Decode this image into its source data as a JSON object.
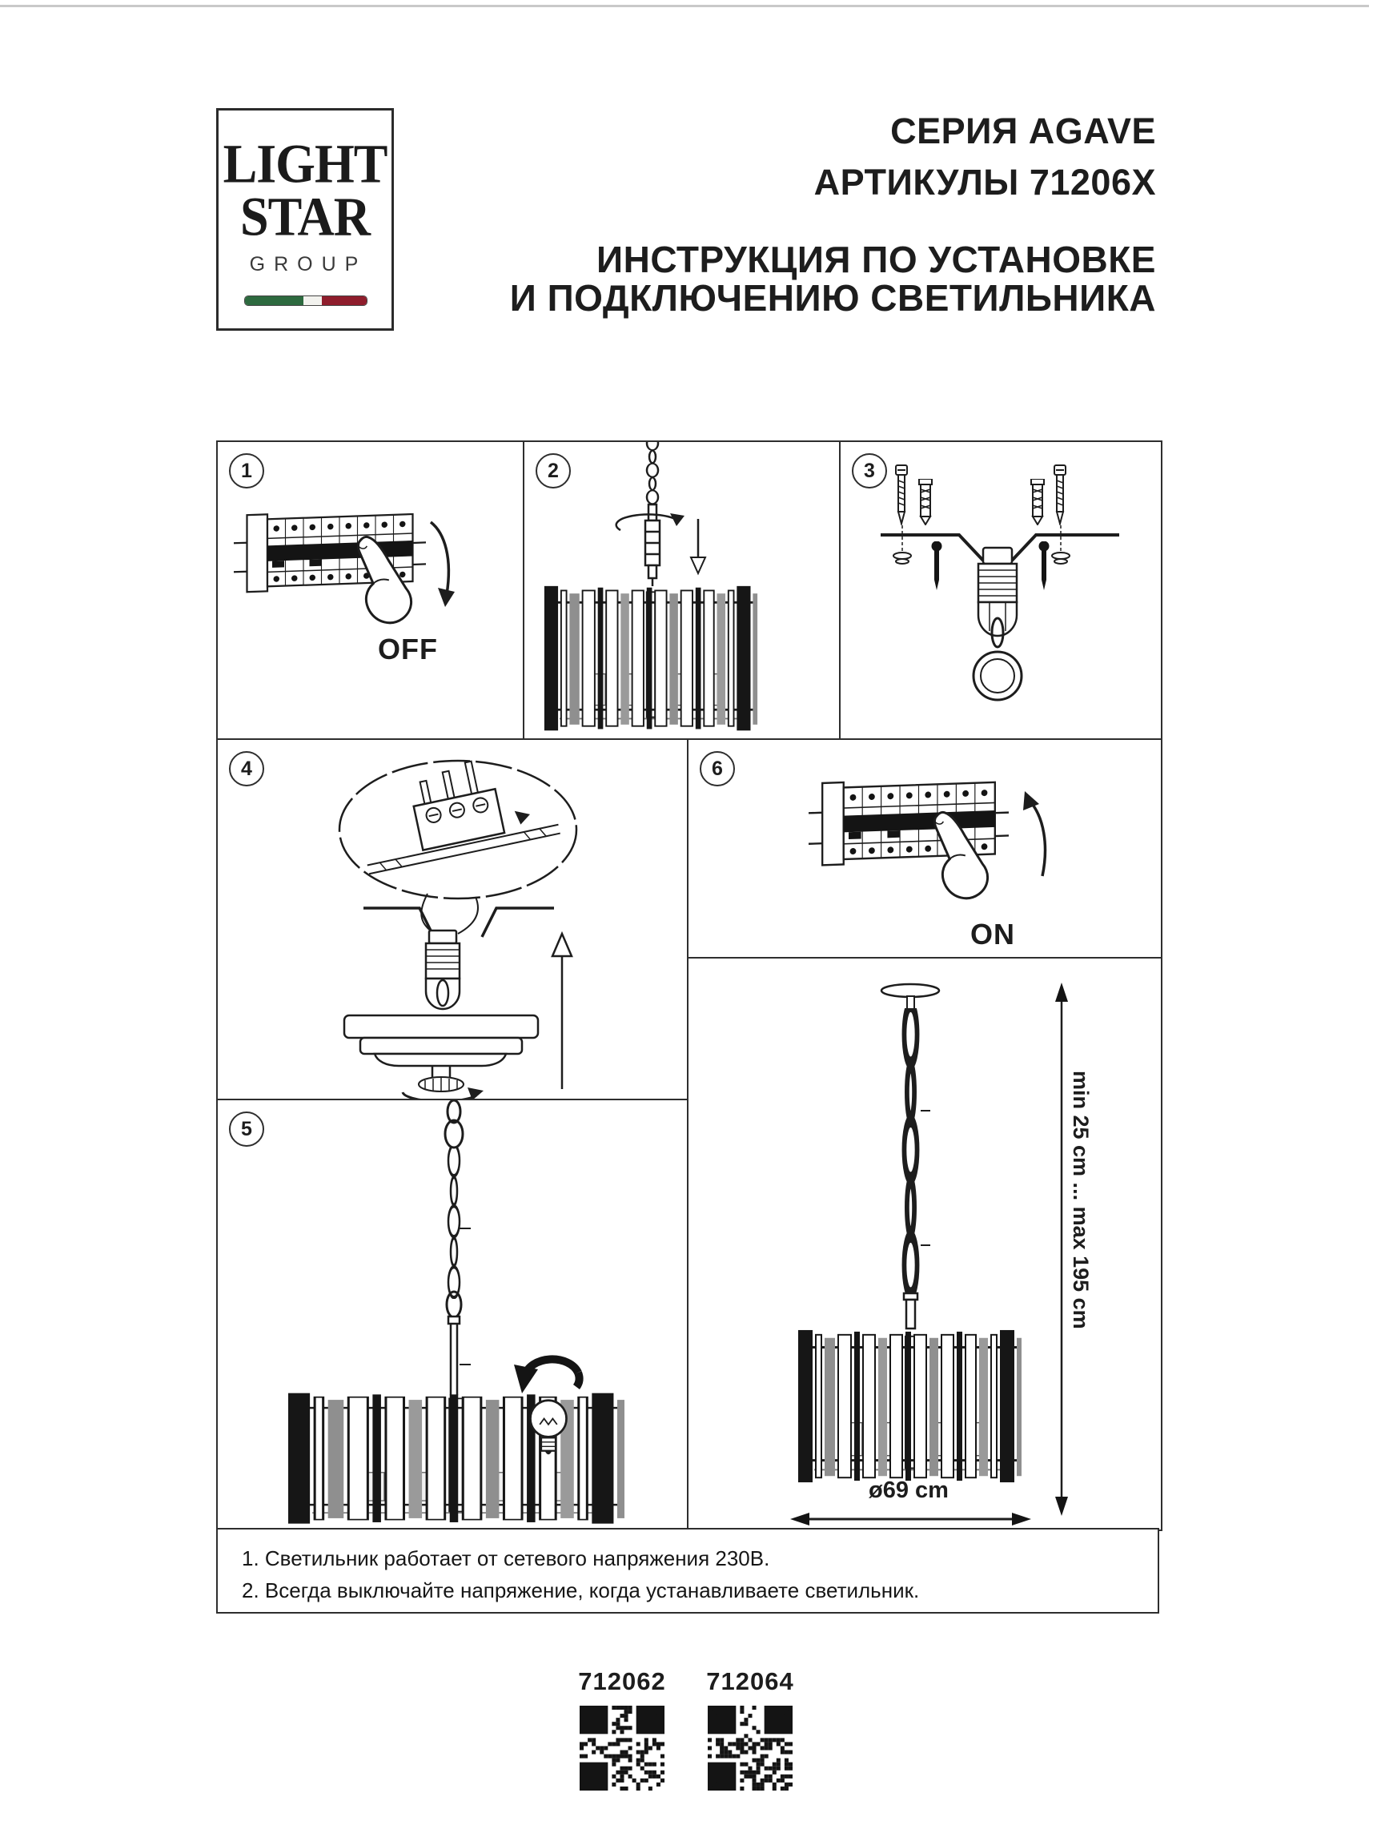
{
  "logo": {
    "line1": "LIGHT",
    "line2": "STAR",
    "line3": "GROUP",
    "flag": {
      "green": "#2d6a3f",
      "white": "#f2f2ee",
      "red": "#8f1d2c"
    }
  },
  "header": {
    "series": "СЕРИЯ AGAVE",
    "articles": "АРТИКУЛЫ 71206X",
    "title_line1": "ИНСТРУКЦИЯ ПО УСТАНОВКЕ",
    "title_line2": "И ПОДКЛЮЧЕНИЮ СВЕТИЛЬНИКА"
  },
  "steps": [
    {
      "number": "1",
      "label": "OFF"
    },
    {
      "number": "2",
      "label": ""
    },
    {
      "number": "3",
      "label": ""
    },
    {
      "number": "4",
      "label": ""
    },
    {
      "number": "5",
      "label": ""
    },
    {
      "number": "6",
      "label": "ON"
    }
  ],
  "dimensions": {
    "height_range": "min 25 cm ... max 195 cm",
    "diameter": "ø69 cm"
  },
  "notes": [
    "1. Светильник работает от сетевого напряжения 230В.",
    "2. Всегда выключайте напряжение, когда устанавливаете светильник."
  ],
  "products": [
    {
      "code": "712062"
    },
    {
      "code": "712064"
    }
  ]
}
